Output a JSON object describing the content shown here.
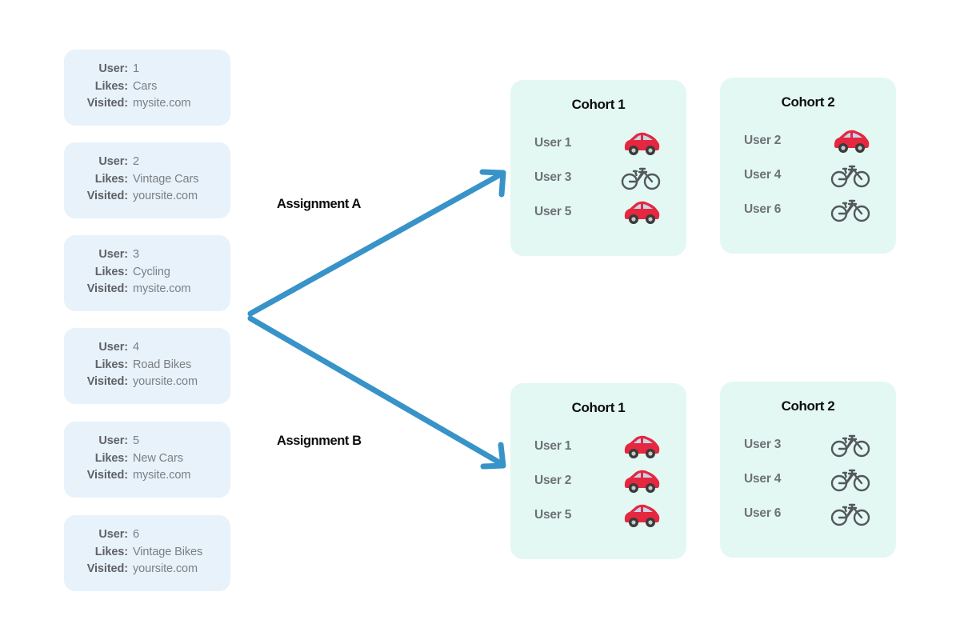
{
  "colors": {
    "page_background": "#ffffff",
    "user_card_background": "#e8f2fa",
    "cohort_box_background": "#e3f8f2",
    "arrow_blue": "#3793c8",
    "car_red": "#e5273f",
    "car_window_blue": "#c3d7ec",
    "bike_gray": "#53585c",
    "label_gray": "#5f6368",
    "value_gray": "#7a8085",
    "heading_black": "#0d0d0d"
  },
  "user_cards": {
    "labels": {
      "user": "User:",
      "likes": "Likes:",
      "visited": "Visited:"
    },
    "items": [
      {
        "user": "1",
        "likes": "Cars",
        "visited": "mysite.com"
      },
      {
        "user": "2",
        "likes": "Vintage Cars",
        "visited": "yoursite.com"
      },
      {
        "user": "3",
        "likes": "Cycling",
        "visited": "mysite.com"
      },
      {
        "user": "4",
        "likes": "Road Bikes",
        "visited": "yoursite.com"
      },
      {
        "user": "5",
        "likes": "New Cars",
        "visited": "mysite.com"
      },
      {
        "user": "6",
        "likes": "Vintage Bikes",
        "visited": "yoursite.com"
      }
    ]
  },
  "assignments": [
    {
      "label": "Assignment A",
      "cohorts": [
        {
          "title": "Cohort 1",
          "members": [
            {
              "user": "User 1",
              "icon": "car-icon"
            },
            {
              "user": "User 3",
              "icon": "bicycle-icon"
            },
            {
              "user": "User 5",
              "icon": "car-icon"
            }
          ]
        },
        {
          "title": "Cohort 2",
          "members": [
            {
              "user": "User 2",
              "icon": "car-icon"
            },
            {
              "user": "User 4",
              "icon": "bicycle-icon"
            },
            {
              "user": "User 6",
              "icon": "bicycle-icon"
            }
          ]
        }
      ]
    },
    {
      "label": "Assignment B",
      "cohorts": [
        {
          "title": "Cohort 1",
          "members": [
            {
              "user": "User 1",
              "icon": "car-icon"
            },
            {
              "user": "User 2",
              "icon": "car-icon"
            },
            {
              "user": "User 5",
              "icon": "car-icon"
            }
          ]
        },
        {
          "title": "Cohort 2",
          "members": [
            {
              "user": "User 3",
              "icon": "bicycle-icon"
            },
            {
              "user": "User 4",
              "icon": "bicycle-icon"
            },
            {
              "user": "User 6",
              "icon": "bicycle-icon"
            }
          ]
        }
      ]
    }
  ]
}
